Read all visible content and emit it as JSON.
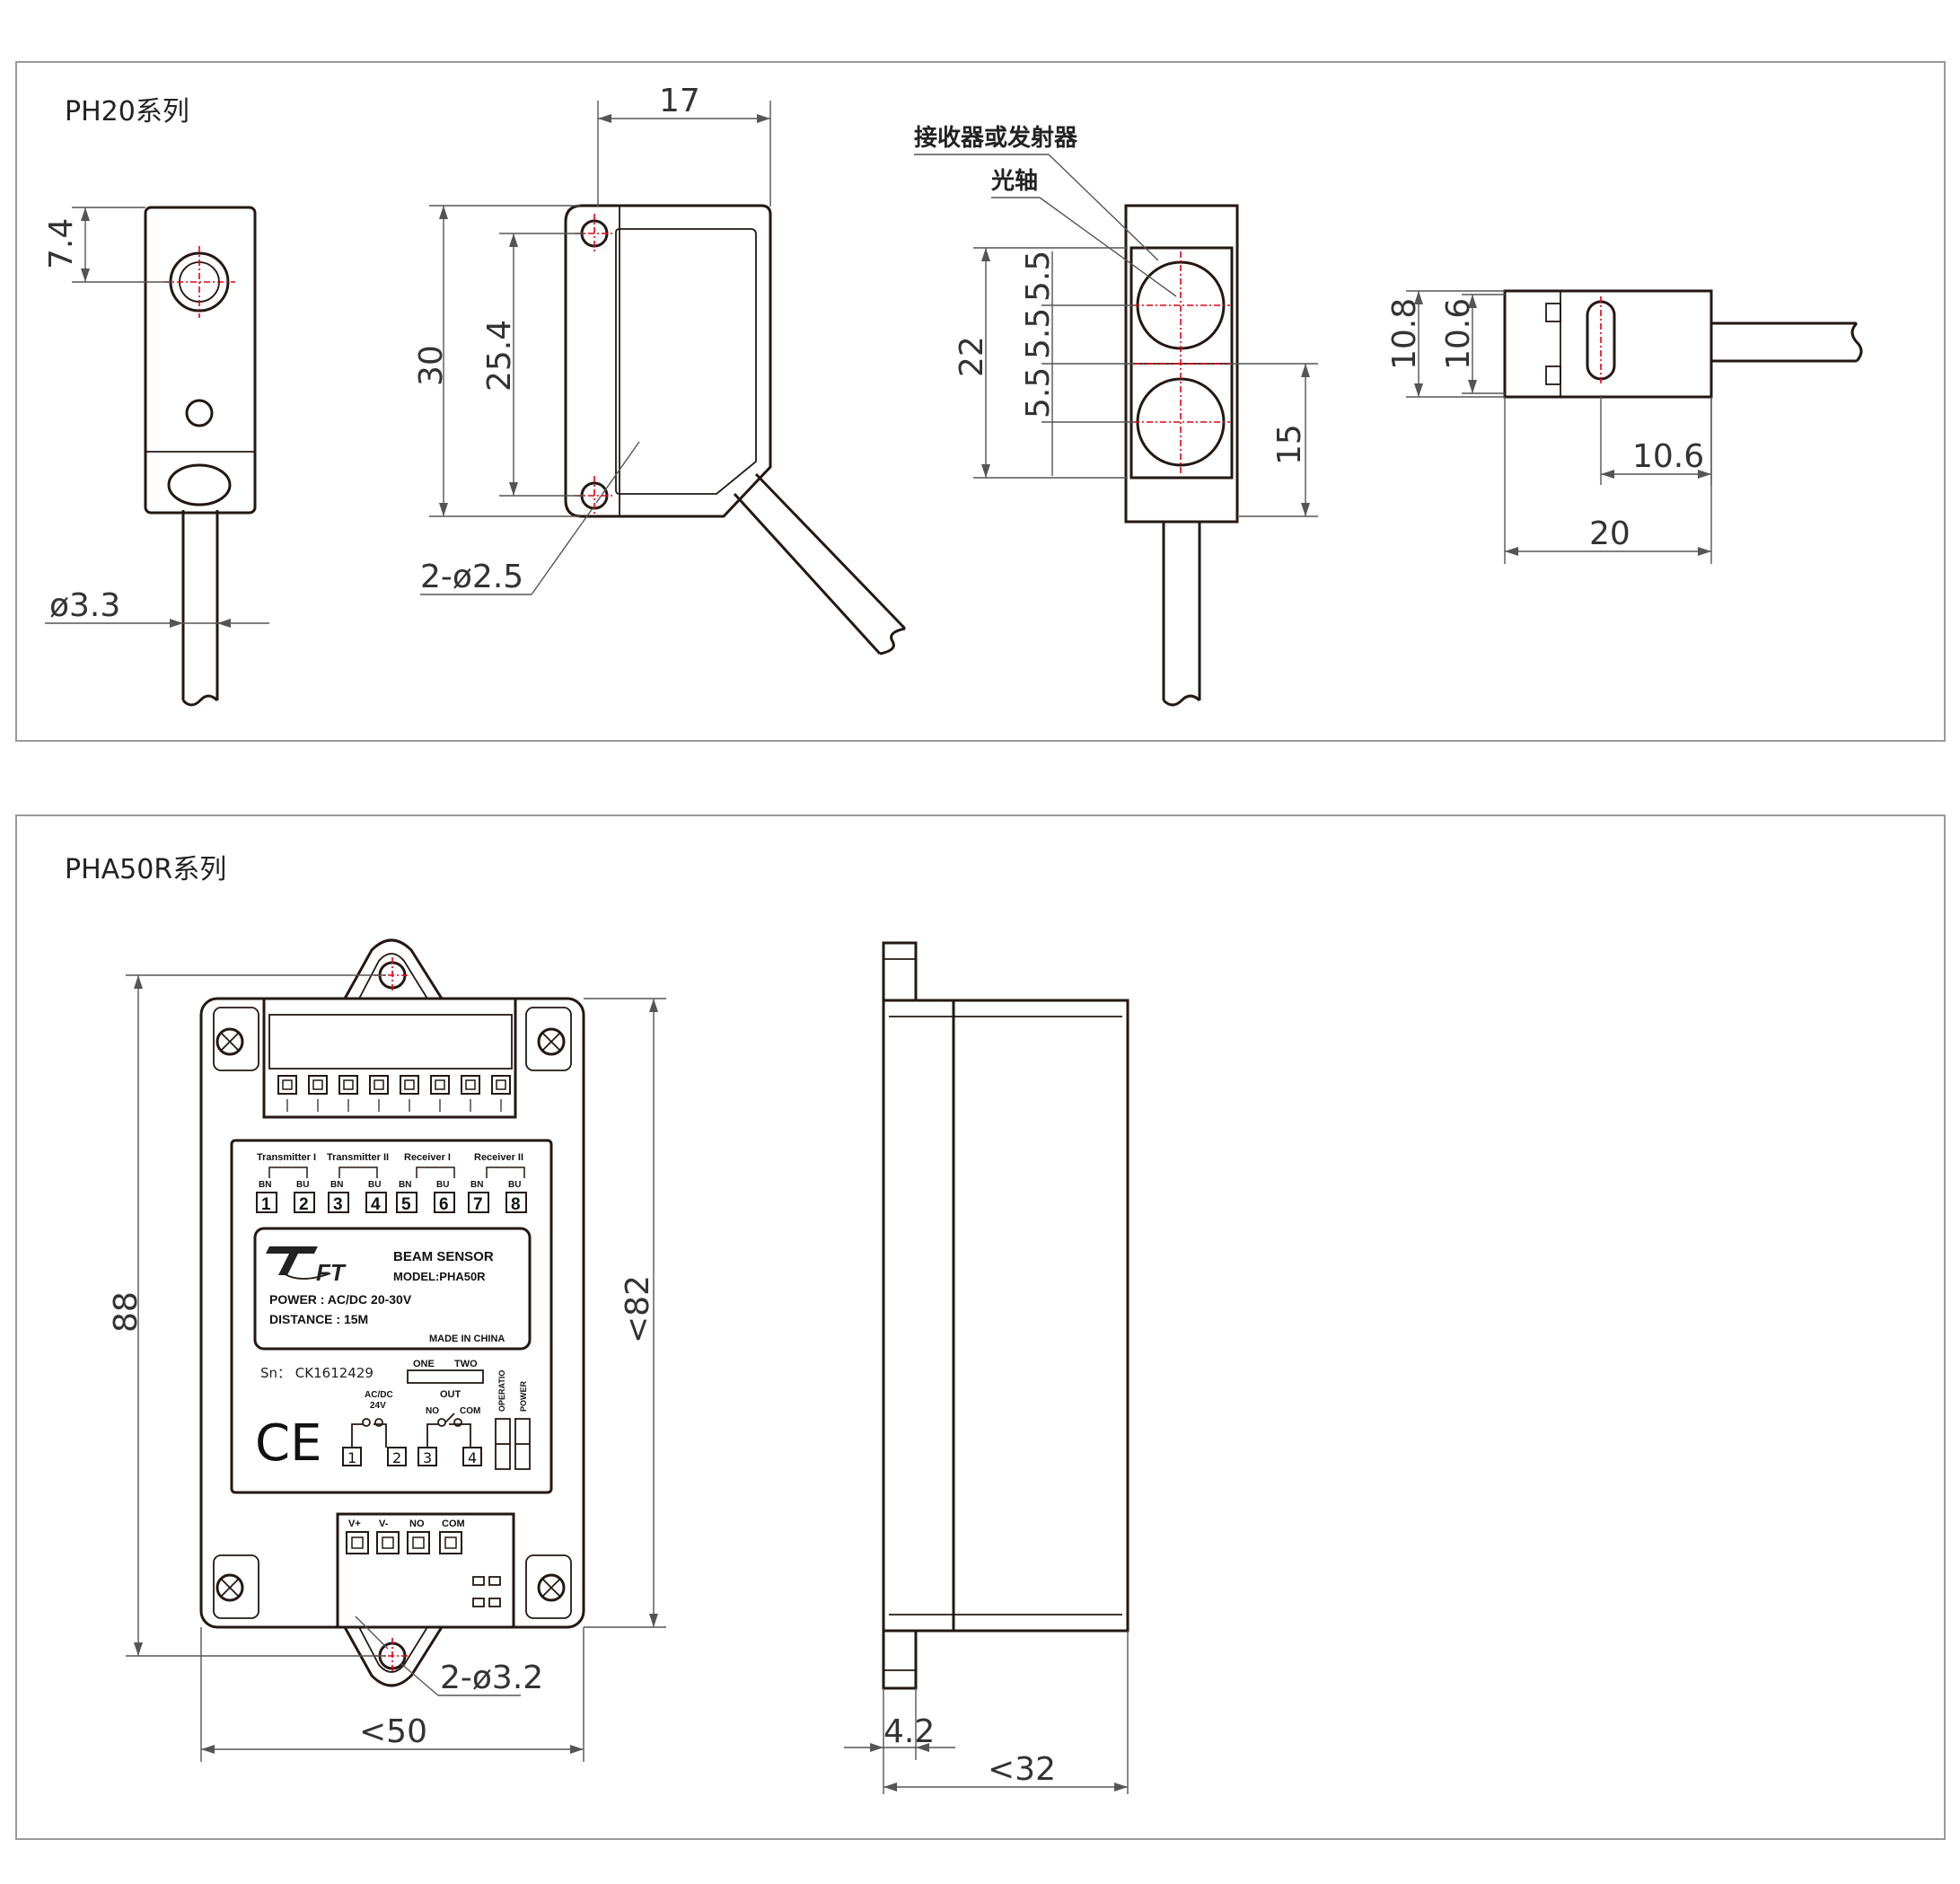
{
  "panel_ph20": {
    "title": "PH20系列",
    "dims": {
      "d_7_4": "7.4",
      "d_phi_3_3": "ø3.3",
      "d_17": "17",
      "d_30": "30",
      "d_25_4": "25.4",
      "d_holes": "2-ø2.5",
      "d_22": "22",
      "d_5_5a": "5.5",
      "d_5_5b": "5.5",
      "d_5_5c": "5.5",
      "d_15": "15",
      "d_10_8": "10.8",
      "d_10_6a": "10.6",
      "d_10_6b": "10.6",
      "d_20": "20"
    },
    "labels": {
      "receiver_or_emitter": "接收器或发射器",
      "optical_axis": "光轴"
    }
  },
  "panel_pha50r": {
    "title": "PHA50R系列",
    "dims": {
      "d_88": "88",
      "d_lt82": "<82",
      "d_lt50": "<50",
      "d_holes": "2-ø3.2",
      "d_4_2": "4.2",
      "d_lt32": "<32"
    },
    "terminal_groups": [
      "Transmitter I",
      "Transmitter II",
      "Receiver I",
      "Receiver II"
    ],
    "bn_bu": [
      "BN",
      "BU",
      "BN",
      "BU",
      "BN",
      "BU",
      "BN",
      "BU"
    ],
    "terminal_numbers": [
      "1",
      "2",
      "3",
      "4",
      "5",
      "6",
      "7",
      "8"
    ],
    "label": {
      "product": "BEAM SENSOR",
      "model": "MODEL:PHA50R",
      "power": "POWER : AC/DC 20-30V",
      "distance": "DISTANCE : 15M",
      "made_in": "MADE IN CHINA",
      "serial": "Sn： CK1612429",
      "mode_one": "ONE",
      "mode_two": "TWO",
      "ac_dc": "AC/DC",
      "ac_dc_v": "24V",
      "out": "OUT",
      "no": "NO",
      "com": "COM",
      "operation": "OPERATIO",
      "power_led": "POWER",
      "ce": "CE",
      "bottom_numbers": [
        "1",
        "2",
        "3",
        "4"
      ]
    },
    "bottom_terminal_labels": [
      "V+",
      "V-",
      "NO",
      "COM"
    ]
  }
}
